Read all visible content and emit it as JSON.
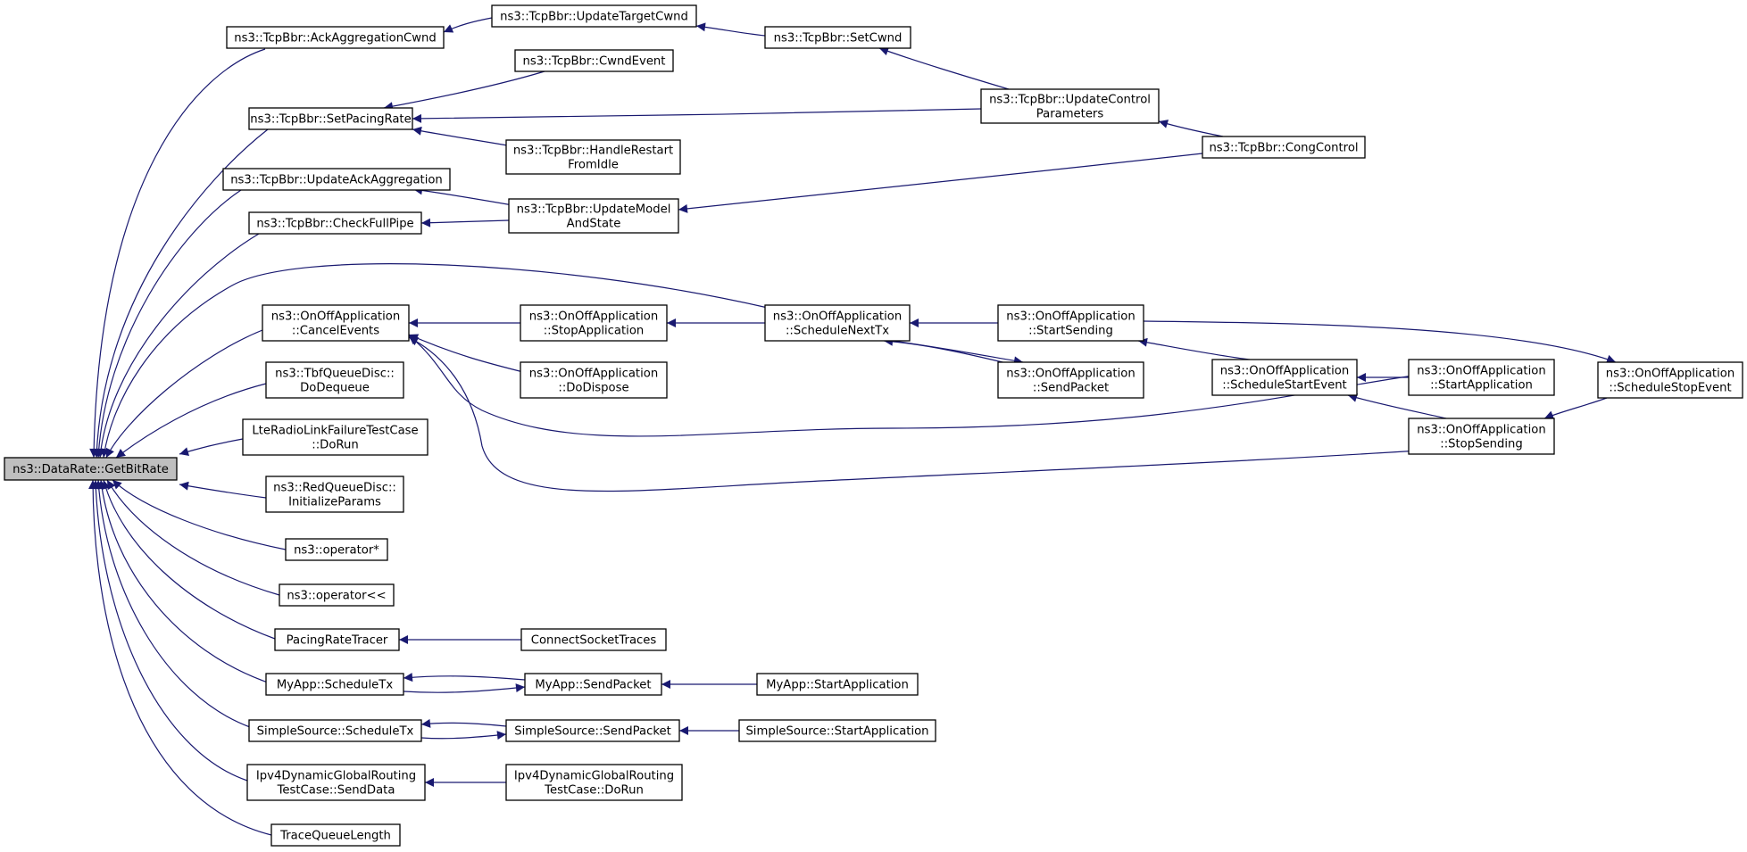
{
  "nodes": [
    {
      "id": "getbitrate",
      "lines": [
        "ns3::DataRate::GetBitRate"
      ]
    },
    {
      "id": "ackaggcwnd",
      "lines": [
        "ns3::TcpBbr::AckAggregationCwnd"
      ]
    },
    {
      "id": "updatetargetcwnd",
      "lines": [
        "ns3::TcpBbr::UpdateTargetCwnd"
      ]
    },
    {
      "id": "setcwnd",
      "lines": [
        "ns3::TcpBbr::SetCwnd"
      ]
    },
    {
      "id": "setpacingrate",
      "lines": [
        "ns3::TcpBbr::SetPacingRate"
      ]
    },
    {
      "id": "cwndevent",
      "lines": [
        "ns3::TcpBbr::CwndEvent"
      ]
    },
    {
      "id": "updatecontrolparams",
      "lines": [
        "ns3::TcpBbr::UpdateControl",
        "Parameters"
      ]
    },
    {
      "id": "handlerestart",
      "lines": [
        "ns3::TcpBbr::HandleRestart",
        "FromIdle"
      ]
    },
    {
      "id": "congcontrol",
      "lines": [
        "ns3::TcpBbr::CongControl"
      ]
    },
    {
      "id": "updateackagg",
      "lines": [
        "ns3::TcpBbr::UpdateAckAggregation"
      ]
    },
    {
      "id": "updatemodel",
      "lines": [
        "ns3::TcpBbr::UpdateModel",
        "AndState"
      ]
    },
    {
      "id": "checkfullpipe",
      "lines": [
        "ns3::TcpBbr::CheckFullPipe"
      ]
    },
    {
      "id": "canceleventss",
      "lines": [
        "ns3::OnOffApplication",
        "::CancelEvents"
      ]
    },
    {
      "id": "stopapplication",
      "lines": [
        "ns3::OnOffApplication",
        "::StopApplication"
      ]
    },
    {
      "id": "schedulenexttx",
      "lines": [
        "ns3::OnOffApplication",
        "::ScheduleNextTx"
      ]
    },
    {
      "id": "startsending",
      "lines": [
        "ns3::OnOffApplication",
        "::StartSending"
      ]
    },
    {
      "id": "dodispose",
      "lines": [
        "ns3::OnOffApplication",
        "::DoDispose"
      ]
    },
    {
      "id": "sendpacket",
      "lines": [
        "ns3::OnOffApplication",
        "::SendPacket"
      ]
    },
    {
      "id": "schedulestartevent",
      "lines": [
        "ns3::OnOffApplication",
        "::ScheduleStartEvent"
      ]
    },
    {
      "id": "startapplication",
      "lines": [
        "ns3::OnOffApplication",
        "::StartApplication"
      ]
    },
    {
      "id": "schedulestopevent",
      "lines": [
        "ns3::OnOffApplication",
        "::ScheduleStopEvent"
      ]
    },
    {
      "id": "stopsending",
      "lines": [
        "ns3::OnOffApplication",
        "::StopSending"
      ]
    },
    {
      "id": "tbfdequeue",
      "lines": [
        "ns3::TbfQueueDisc::",
        "DoDequeue"
      ]
    },
    {
      "id": "lteradio",
      "lines": [
        "LteRadioLinkFailureTestCase",
        "::DoRun"
      ]
    },
    {
      "id": "redqueue",
      "lines": [
        "ns3::RedQueueDisc::",
        "InitializeParams"
      ]
    },
    {
      "id": "opmul",
      "lines": [
        "ns3::operator*"
      ]
    },
    {
      "id": "opshift",
      "lines": [
        "ns3::operator<<"
      ]
    },
    {
      "id": "pacingratetracer",
      "lines": [
        "PacingRateTracer"
      ]
    },
    {
      "id": "connectsockettraces",
      "lines": [
        "ConnectSocketTraces"
      ]
    },
    {
      "id": "myappscheduletx",
      "lines": [
        "MyApp::ScheduleTx"
      ]
    },
    {
      "id": "myappsendpacket",
      "lines": [
        "MyApp::SendPacket"
      ]
    },
    {
      "id": "myappstartapp",
      "lines": [
        "MyApp::StartApplication"
      ]
    },
    {
      "id": "simplescheduletx",
      "lines": [
        "SimpleSource::ScheduleTx"
      ]
    },
    {
      "id": "simplesendpacket",
      "lines": [
        "SimpleSource::SendPacket"
      ]
    },
    {
      "id": "simplestartapp",
      "lines": [
        "SimpleSource::StartApplication"
      ]
    },
    {
      "id": "ipv4senddata",
      "lines": [
        "Ipv4DynamicGlobalRouting",
        "TestCase::SendData"
      ]
    },
    {
      "id": "ipv4dorun",
      "lines": [
        "Ipv4DynamicGlobalRouting",
        "TestCase::DoRun"
      ]
    },
    {
      "id": "tracequeuelength",
      "lines": [
        "TraceQueueLength"
      ]
    }
  ],
  "edges": [
    {
      "from": "ackaggcwnd",
      "to": "getbitrate"
    },
    {
      "from": "setpacingrate",
      "to": "getbitrate"
    },
    {
      "from": "updateackagg",
      "to": "getbitrate"
    },
    {
      "from": "checkfullpipe",
      "to": "getbitrate"
    },
    {
      "from": "schedulenexttx",
      "to": "getbitrate"
    },
    {
      "from": "canceleventss",
      "to": "getbitrate"
    },
    {
      "from": "tbfdequeue",
      "to": "getbitrate"
    },
    {
      "from": "lteradio",
      "to": "getbitrate"
    },
    {
      "from": "redqueue",
      "to": "getbitrate"
    },
    {
      "from": "opmul",
      "to": "getbitrate"
    },
    {
      "from": "opshift",
      "to": "getbitrate"
    },
    {
      "from": "pacingratetracer",
      "to": "getbitrate"
    },
    {
      "from": "myappscheduletx",
      "to": "getbitrate"
    },
    {
      "from": "simplescheduletx",
      "to": "getbitrate"
    },
    {
      "from": "ipv4senddata",
      "to": "getbitrate"
    },
    {
      "from": "tracequeuelength",
      "to": "getbitrate"
    },
    {
      "from": "updatetargetcwnd",
      "to": "ackaggcwnd"
    },
    {
      "from": "setcwnd",
      "to": "updatetargetcwnd"
    },
    {
      "from": "updatecontrolparams",
      "to": "setcwnd"
    },
    {
      "from": "congcontrol",
      "to": "updatecontrolparams"
    },
    {
      "from": "cwndevent",
      "to": "setpacingrate"
    },
    {
      "from": "updatecontrolparams",
      "to": "setpacingrate"
    },
    {
      "from": "handlerestart",
      "to": "setpacingrate"
    },
    {
      "from": "updatemodel",
      "to": "updateackagg"
    },
    {
      "from": "updatemodel",
      "to": "checkfullpipe"
    },
    {
      "from": "congcontrol",
      "to": "updatemodel"
    },
    {
      "from": "stopapplication",
      "to": "canceleventss"
    },
    {
      "from": "dodispose",
      "to": "canceleventss"
    },
    {
      "from": "startapplication",
      "to": "canceleventss"
    },
    {
      "from": "stopsending",
      "to": "canceleventss"
    },
    {
      "from": "schedulenexttx",
      "to": "stopapplication"
    },
    {
      "from": "startsending",
      "to": "schedulenexttx"
    },
    {
      "from": "sendpacket",
      "to": "schedulenexttx"
    },
    {
      "from": "schedulenexttx",
      "to": "sendpacket"
    },
    {
      "from": "schedulestartevent",
      "to": "startsending"
    },
    {
      "from": "startapplication",
      "to": "schedulestartevent"
    },
    {
      "from": "stopsending",
      "to": "schedulestartevent"
    },
    {
      "from": "startsending",
      "to": "schedulestopevent"
    },
    {
      "from": "schedulestopevent",
      "to": "stopsending"
    },
    {
      "from": "connectsockettraces",
      "to": "pacingratetracer"
    },
    {
      "from": "myappsendpacket",
      "to": "myappscheduletx"
    },
    {
      "from": "myappscheduletx",
      "to": "myappsendpacket"
    },
    {
      "from": "myappstartapp",
      "to": "myappsendpacket"
    },
    {
      "from": "simplesendpacket",
      "to": "simplescheduletx"
    },
    {
      "from": "simplescheduletx",
      "to": "simplesendpacket"
    },
    {
      "from": "simplestartapp",
      "to": "simplesendpacket"
    },
    {
      "from": "ipv4dorun",
      "to": "ipv4senddata"
    }
  ]
}
